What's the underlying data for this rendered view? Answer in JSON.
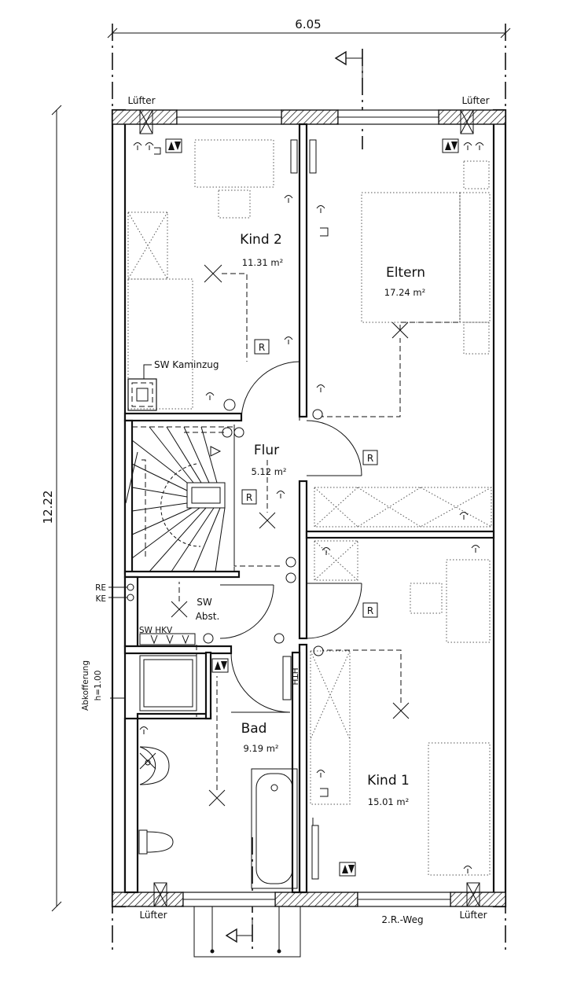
{
  "dimensions": {
    "width": "6.05",
    "height": "12.22"
  },
  "rooms": {
    "kind2": {
      "name": "Kind 2",
      "area": "11.31 m²"
    },
    "eltern": {
      "name": "Eltern",
      "area": "17.24 m²"
    },
    "flur": {
      "name": "Flur",
      "area": "5.12 m²"
    },
    "bad": {
      "name": "Bad",
      "area": "9.19 m²"
    },
    "kind1": {
      "name": "Kind 1",
      "area": "15.01 m²"
    }
  },
  "labels": {
    "luefter_tl": "Lüfter",
    "luefter_tr": "Lüfter",
    "luefter_bl": "Lüfter",
    "luefter_br": "Lüfter",
    "kaminzug": "SW Kaminzug",
    "sw": "SW",
    "abst": "Abst.",
    "sw_hkv": "SW HKV",
    "re": "RE",
    "ke": "KE",
    "abkofferung": "Abkofferung",
    "abkofferung_h": "h=1.00",
    "hth": "HTH.",
    "rettungsweg": "2.R.-Weg",
    "radiator": "R"
  }
}
